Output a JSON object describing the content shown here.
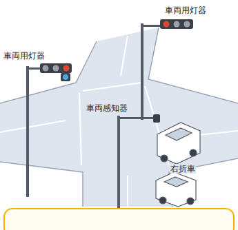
{
  "diagram": {
    "labels": [
      "車両用灯器",
      "車両用灯器",
      "車両感知器",
      "右折車"
    ]
  }
}
